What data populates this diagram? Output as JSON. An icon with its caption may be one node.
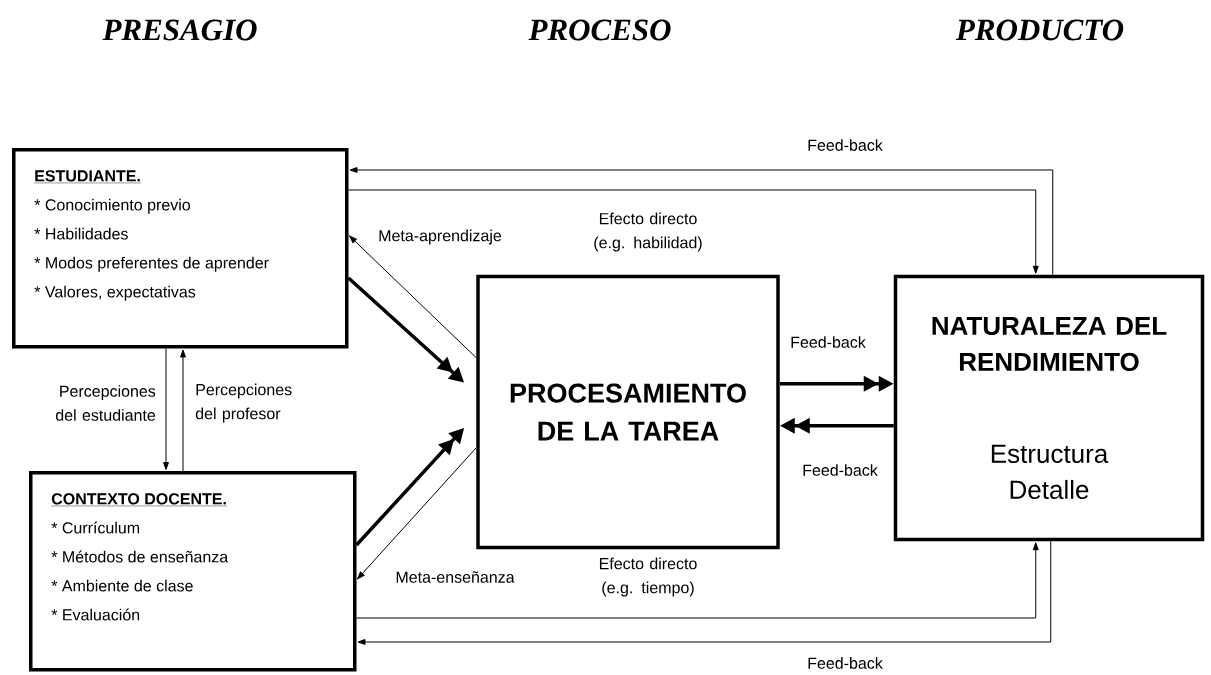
{
  "diagram": {
    "nodes": [
      {
        "text": [
          "ESTUDIANTE.",
          "* Conocimiento previo",
          "* Habilidades",
          "* Modos preferentes de aprender",
          "* Valores, expectativas"
        ]
      },
      {
        "text": [
          "CONTEXTO DOCENTE.",
          "* Currículum",
          "* Métodos de enseñanza",
          "* Ambiente de clase",
          "* Evaluación"
        ]
      },
      {
        "text": [
          "PROCESAMIENTO DE LA TAREA"
        ]
      },
      {
        "text": [
          "NATURALEZA DEL RENDIMIENTO",
          "Estructura Detalle"
        ]
      }
    ],
    "edges": [
      {
        "from": 0,
        "to": 2,
        "arrow": "to",
        "style": "thick"
      },
      {
        "from": 2,
        "to": 0,
        "arrow": "to",
        "label": "Meta-aprendizaje"
      },
      {
        "from": 1,
        "to": 2,
        "arrow": "to",
        "style": "thick"
      },
      {
        "from": 2,
        "to": 1,
        "arrow": "to",
        "label": "Meta-enseñanza"
      },
      {
        "from": 0,
        "to": 3,
        "arrow": "to",
        "label": "Efecto directo (e.g. habilidad)"
      },
      {
        "from": 3,
        "to": 0,
        "arrow": "to",
        "label": "Feed-back"
      },
      {
        "from": 1,
        "to": 3,
        "arrow": "to",
        "label": "Efecto directo (e.g. tiempo)"
      },
      {
        "from": 3,
        "to": 1,
        "arrow": "to",
        "label": "Feed-back"
      },
      {
        "from": 2,
        "to": 3,
        "arrow": "to",
        "style": "thick",
        "label": "Feed-back"
      },
      {
        "from": 3,
        "to": 2,
        "arrow": "to",
        "style": "thick",
        "label": "Feed-back"
      },
      {
        "from": 0,
        "to": 1,
        "arrow": "to",
        "label": "Percepciones del estudiante"
      },
      {
        "from": 1,
        "to": 0,
        "arrow": "to",
        "label": "Percepciones del profesor"
      }
    ],
    "labels": [
      "PRESAGIO",
      "PROCESO",
      "PRODUCTO"
    ]
  }
}
